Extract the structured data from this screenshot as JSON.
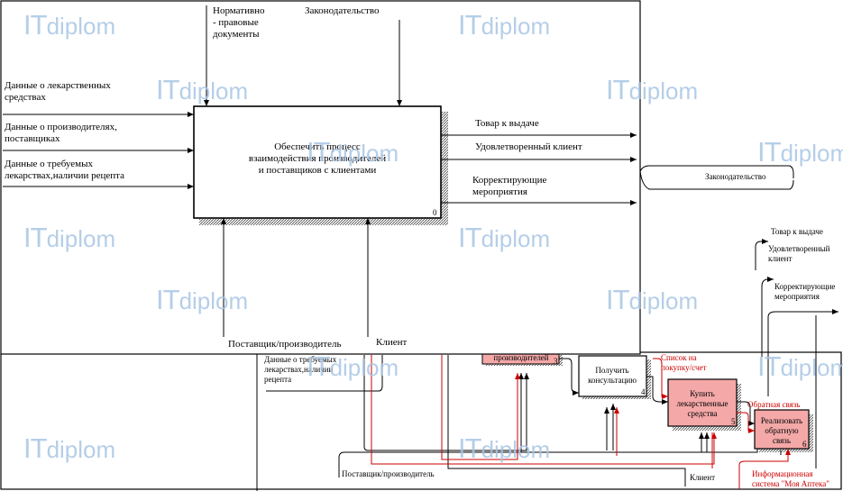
{
  "main_diagram": {
    "controls": {
      "normative": "Нормативно\n- правовые\nдокументы",
      "legislation": "Законодательство"
    },
    "inputs": {
      "medicines": "Данные о лекарственных\nсредствах",
      "producers": "Данные о производителях,\nпоставщиках",
      "required": "Данные о требуемых\nлекарствах,наличии рецепта"
    },
    "process": {
      "title": "Обеспечить процесс\nвзаимодействия производителей\nи поставщиков с клиентами",
      "number": "0"
    },
    "outputs": {
      "goods": "Товар к выдаче",
      "satisfied": "Удовлетворенный клиент",
      "corrective": "Корректирующие\nмероприятия"
    },
    "mechanisms": {
      "supplier": "Поставщик/производитель",
      "client": "Клиент"
    }
  },
  "background_diagram": {
    "legislation": "Законодательство",
    "outputs": {
      "goods": "Товар к выдаче",
      "satisfied": "Удовлетворенный\nклиент",
      "corrective": "Корректирующие\nмероприятия"
    },
    "input_required": "Данные о требуемых\nлекарствах,наличии\nрецепта",
    "box3_label": "производителей",
    "box3_number": "3",
    "box4_label": "Получить\nконсультацию",
    "box4_number": "4",
    "box5_label": "Купить\nлекарственные\nсредства",
    "box5_number": "5",
    "box6_label": "Реализовать\nобратную\nсвязь",
    "box6_number": "6",
    "shopping_list": "Список на\nпокупку/счет",
    "feedback": "Обратная связь",
    "supplier": "Поставщик/производитель",
    "client": "Клиент",
    "info_system": "Информационная\nсистема \"Моя Аптека\""
  },
  "watermark": {
    "it": "IT",
    "diplom": "diplom"
  },
  "colors": {
    "pink_box": "#f4a8a8",
    "red_arrow": "#cc0000",
    "watermark": "#a9c6e4"
  }
}
